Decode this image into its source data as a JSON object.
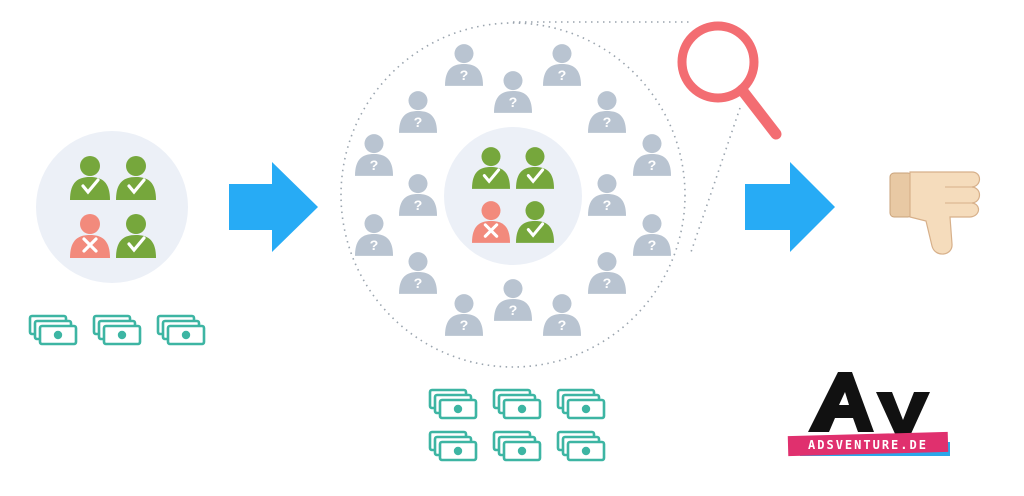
{
  "colors": {
    "green": "#76a73c",
    "red": "#f28a7c",
    "unknown": "#b9c4d1",
    "circle_bg": "#ecf0f7",
    "arrow": "#27abf5",
    "money": "#3db5a3",
    "magnifier": "#f36d72",
    "logo_pink": "#e0306e",
    "logo_blue": "#2ba8ea",
    "thumb": "#f5dcbc"
  },
  "icons": {
    "small_group": [
      "check-person-icon",
      "check-person-icon",
      "x-person-icon",
      "check-person-icon"
    ],
    "unknown_person": "question-person-icon",
    "money": "money-stack-icon",
    "magnifier": "magnifier-icon",
    "thumb": "thumbs-down-icon",
    "arrow": "right-arrow-icon"
  },
  "money_counts": {
    "small": 3,
    "large": 6
  },
  "logo": {
    "letters": "AV",
    "text": "ADSVENTURE.DE"
  }
}
